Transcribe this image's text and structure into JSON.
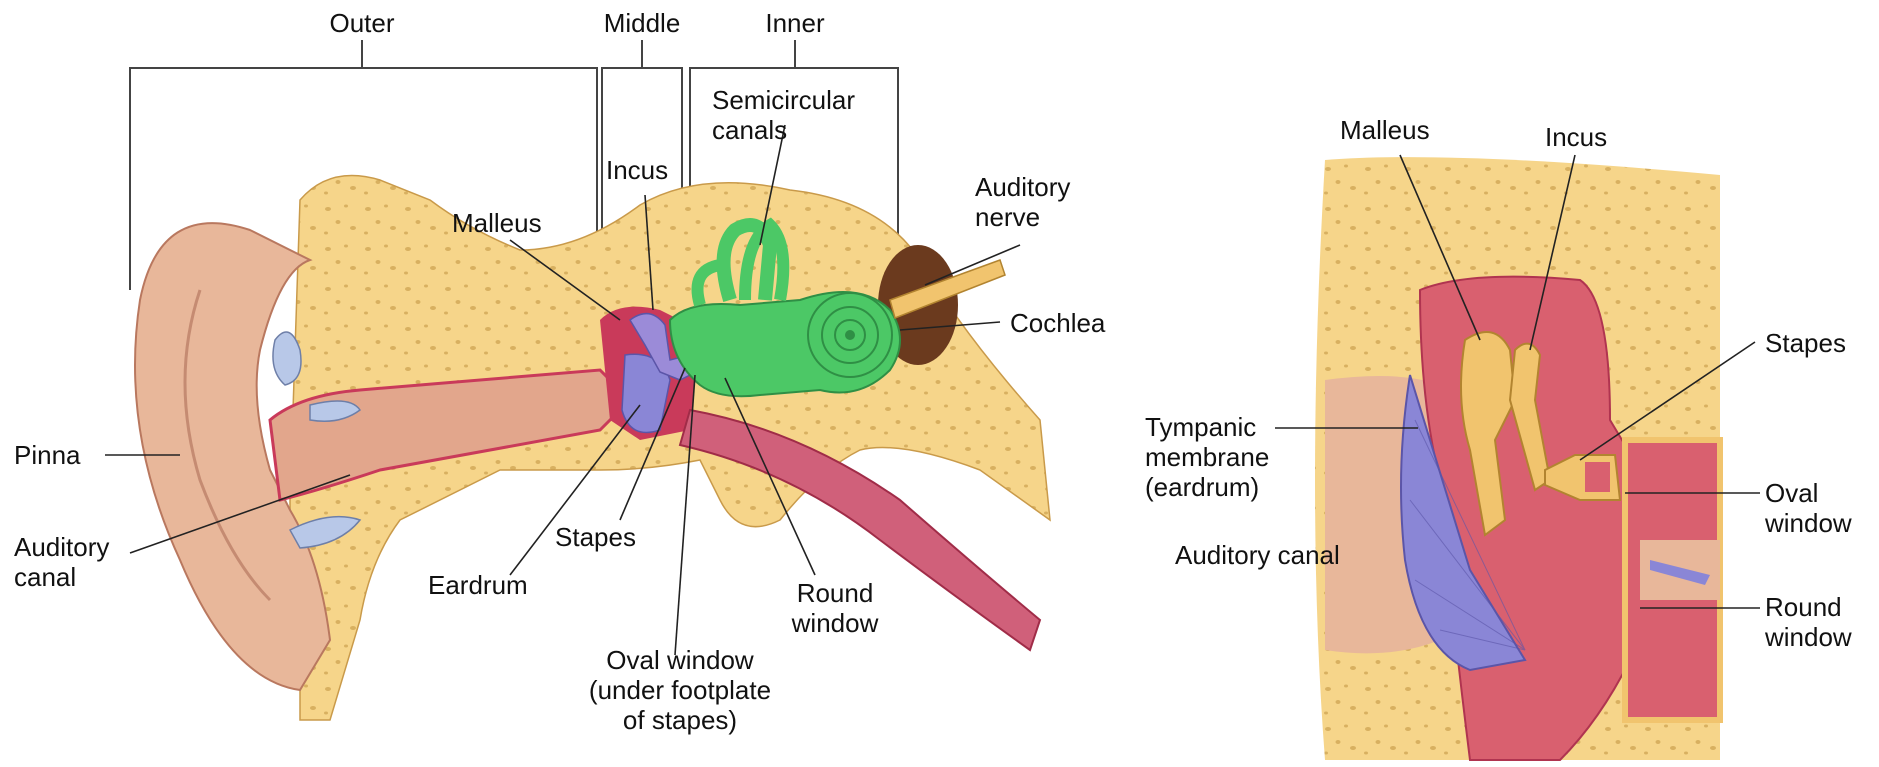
{
  "regions": {
    "outer": "Outer",
    "middle": "Middle",
    "inner": "Inner"
  },
  "left_labels": {
    "semicircular_canals": "Semicircular\ncanals",
    "incus": "Incus",
    "auditory_nerve": "Auditory\nnerve",
    "malleus": "Malleus",
    "cochlea": "Cochlea",
    "pinna": "Pinna",
    "auditory_canal": "Auditory\ncanal",
    "stapes": "Stapes",
    "eardrum": "Eardrum",
    "round_window": "Round\nwindow",
    "oval_window": "Oval window\n(under footplate\nof stapes)"
  },
  "right_labels": {
    "malleus": "Malleus",
    "incus": "Incus",
    "stapes": "Stapes",
    "tympanic_membrane": "Tympanic\nmembrane\n(eardrum)",
    "auditory_canal": "Auditory canal",
    "oval_window": "Oval\nwindow",
    "round_window": "Round\nwindow"
  },
  "colors": {
    "bone": "#f6d58a",
    "skin": "#e8b79a",
    "tissue": "#c93a5a",
    "cochlea": "#4cc866",
    "eardrum": "#8a86d6",
    "cavity": "#d9606f"
  }
}
